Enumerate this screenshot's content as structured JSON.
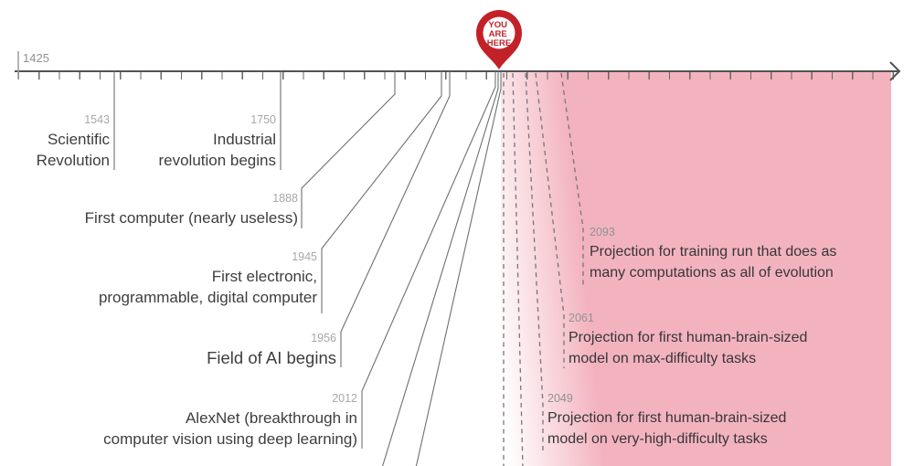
{
  "timeline": {
    "axis_start_year": "1425",
    "pin": {
      "line1": "YOU",
      "line2": "ARE",
      "line3": "HERE"
    },
    "events": [
      {
        "year": "1543",
        "lines": [
          "Scientific",
          "Revolution"
        ]
      },
      {
        "year": "1750",
        "lines": [
          "Industrial",
          "revolution begins"
        ]
      },
      {
        "year": "1888",
        "lines": [
          "First computer (nearly useless)"
        ]
      },
      {
        "year": "1945",
        "lines": [
          "First electronic,",
          "programmable, digital computer"
        ]
      },
      {
        "year": "1956",
        "lines": [
          "Field of AI begins"
        ]
      },
      {
        "year": "2012",
        "lines": [
          "AlexNet (breakthrough in",
          "computer vision using deep learning)"
        ]
      }
    ],
    "projections": [
      {
        "year": "2049",
        "lines": [
          "Projection for first human-brain-sized",
          "model on very-high-difficulty tasks"
        ]
      },
      {
        "year": "2061",
        "lines": [
          "Projection for first human-brain-sized",
          "model on max-difficulty tasks"
        ]
      },
      {
        "year": "2093",
        "lines": [
          "Projection for training run that does as",
          "many computations as all of evolution"
        ]
      }
    ],
    "colors": {
      "accent_red": "#c32128",
      "projection_pink": "#f3b3be",
      "line_gray": "#6e6f72",
      "year_gray": "#a6a8ab",
      "text_dark": "#3e3e40"
    }
  }
}
